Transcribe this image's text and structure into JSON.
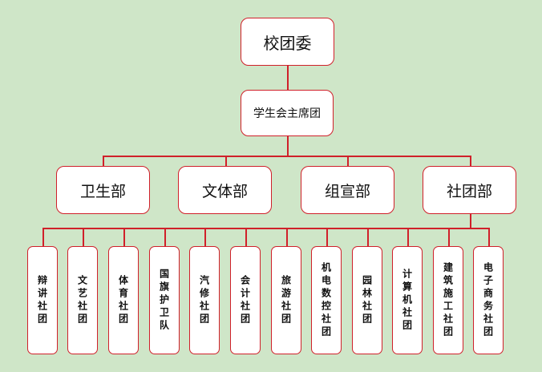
{
  "org": {
    "top": "校团委",
    "mid": "学生会主席团",
    "departments": [
      "卫生部",
      "文体部",
      "组宣部",
      "社团部"
    ],
    "clubs": [
      "辩讲社团",
      "文艺社团",
      "体育社团",
      "国旗护卫队",
      "汽修社团",
      "会计社团",
      "旅游社团",
      "机电数控社团",
      "园林社团",
      "计算机社团",
      "建筑施工社团",
      "电子商务社团"
    ]
  },
  "colors": {
    "background": "#cfe6c8",
    "border": "#d0202a",
    "box_fill": "#ffffff"
  }
}
